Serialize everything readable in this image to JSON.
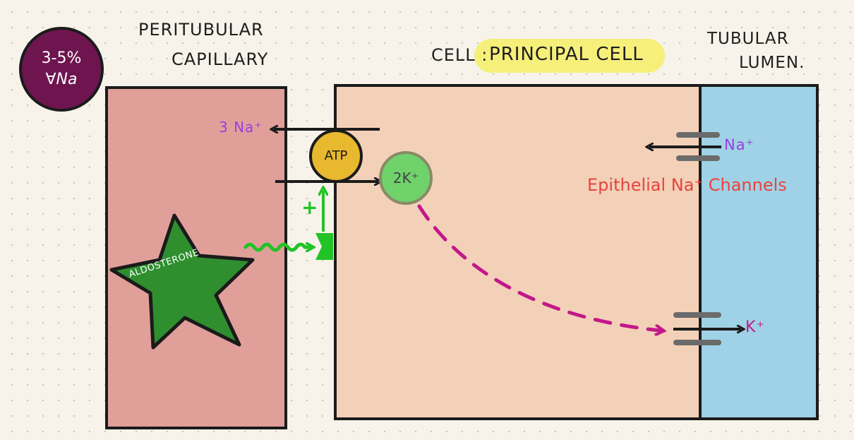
{
  "badge": {
    "line1": "3-5%",
    "line2": "∀Na"
  },
  "labels": {
    "peritubular_line1": "PERITUBULAR",
    "peritubular_line2": "CAPILLARY",
    "cell_prefix": "CELL :",
    "cell_name": "PRINCIPAL CELL",
    "lumen_line1": "TUBULAR",
    "lumen_line2": "LUMEN.",
    "sodium_out": "3 Na⁺",
    "atp": "ATP",
    "potassium_in": "2K⁺",
    "plus_sign": "+",
    "aldosterone": "ALDOSTERONE",
    "sodium_channel_ion": "Na⁺",
    "channel_caption": "Epithelial Na⁺ Channels",
    "potassium_out": "K⁺"
  },
  "colors": {
    "capillary": "#e19f9a",
    "cell": "#f3d1b8",
    "lumen": "#9fd2e6",
    "badge": "#6e1550",
    "atp": "#e8b82e",
    "aldosterone": "#2f8f2f",
    "green_arrow": "#22c326",
    "sodium_text": "#9b3ee0",
    "potassium_text": "#c2188a",
    "channel_caption": "#e8423f",
    "dashed_arrow": "#c2188a",
    "highlight": "#f6ef7a"
  }
}
